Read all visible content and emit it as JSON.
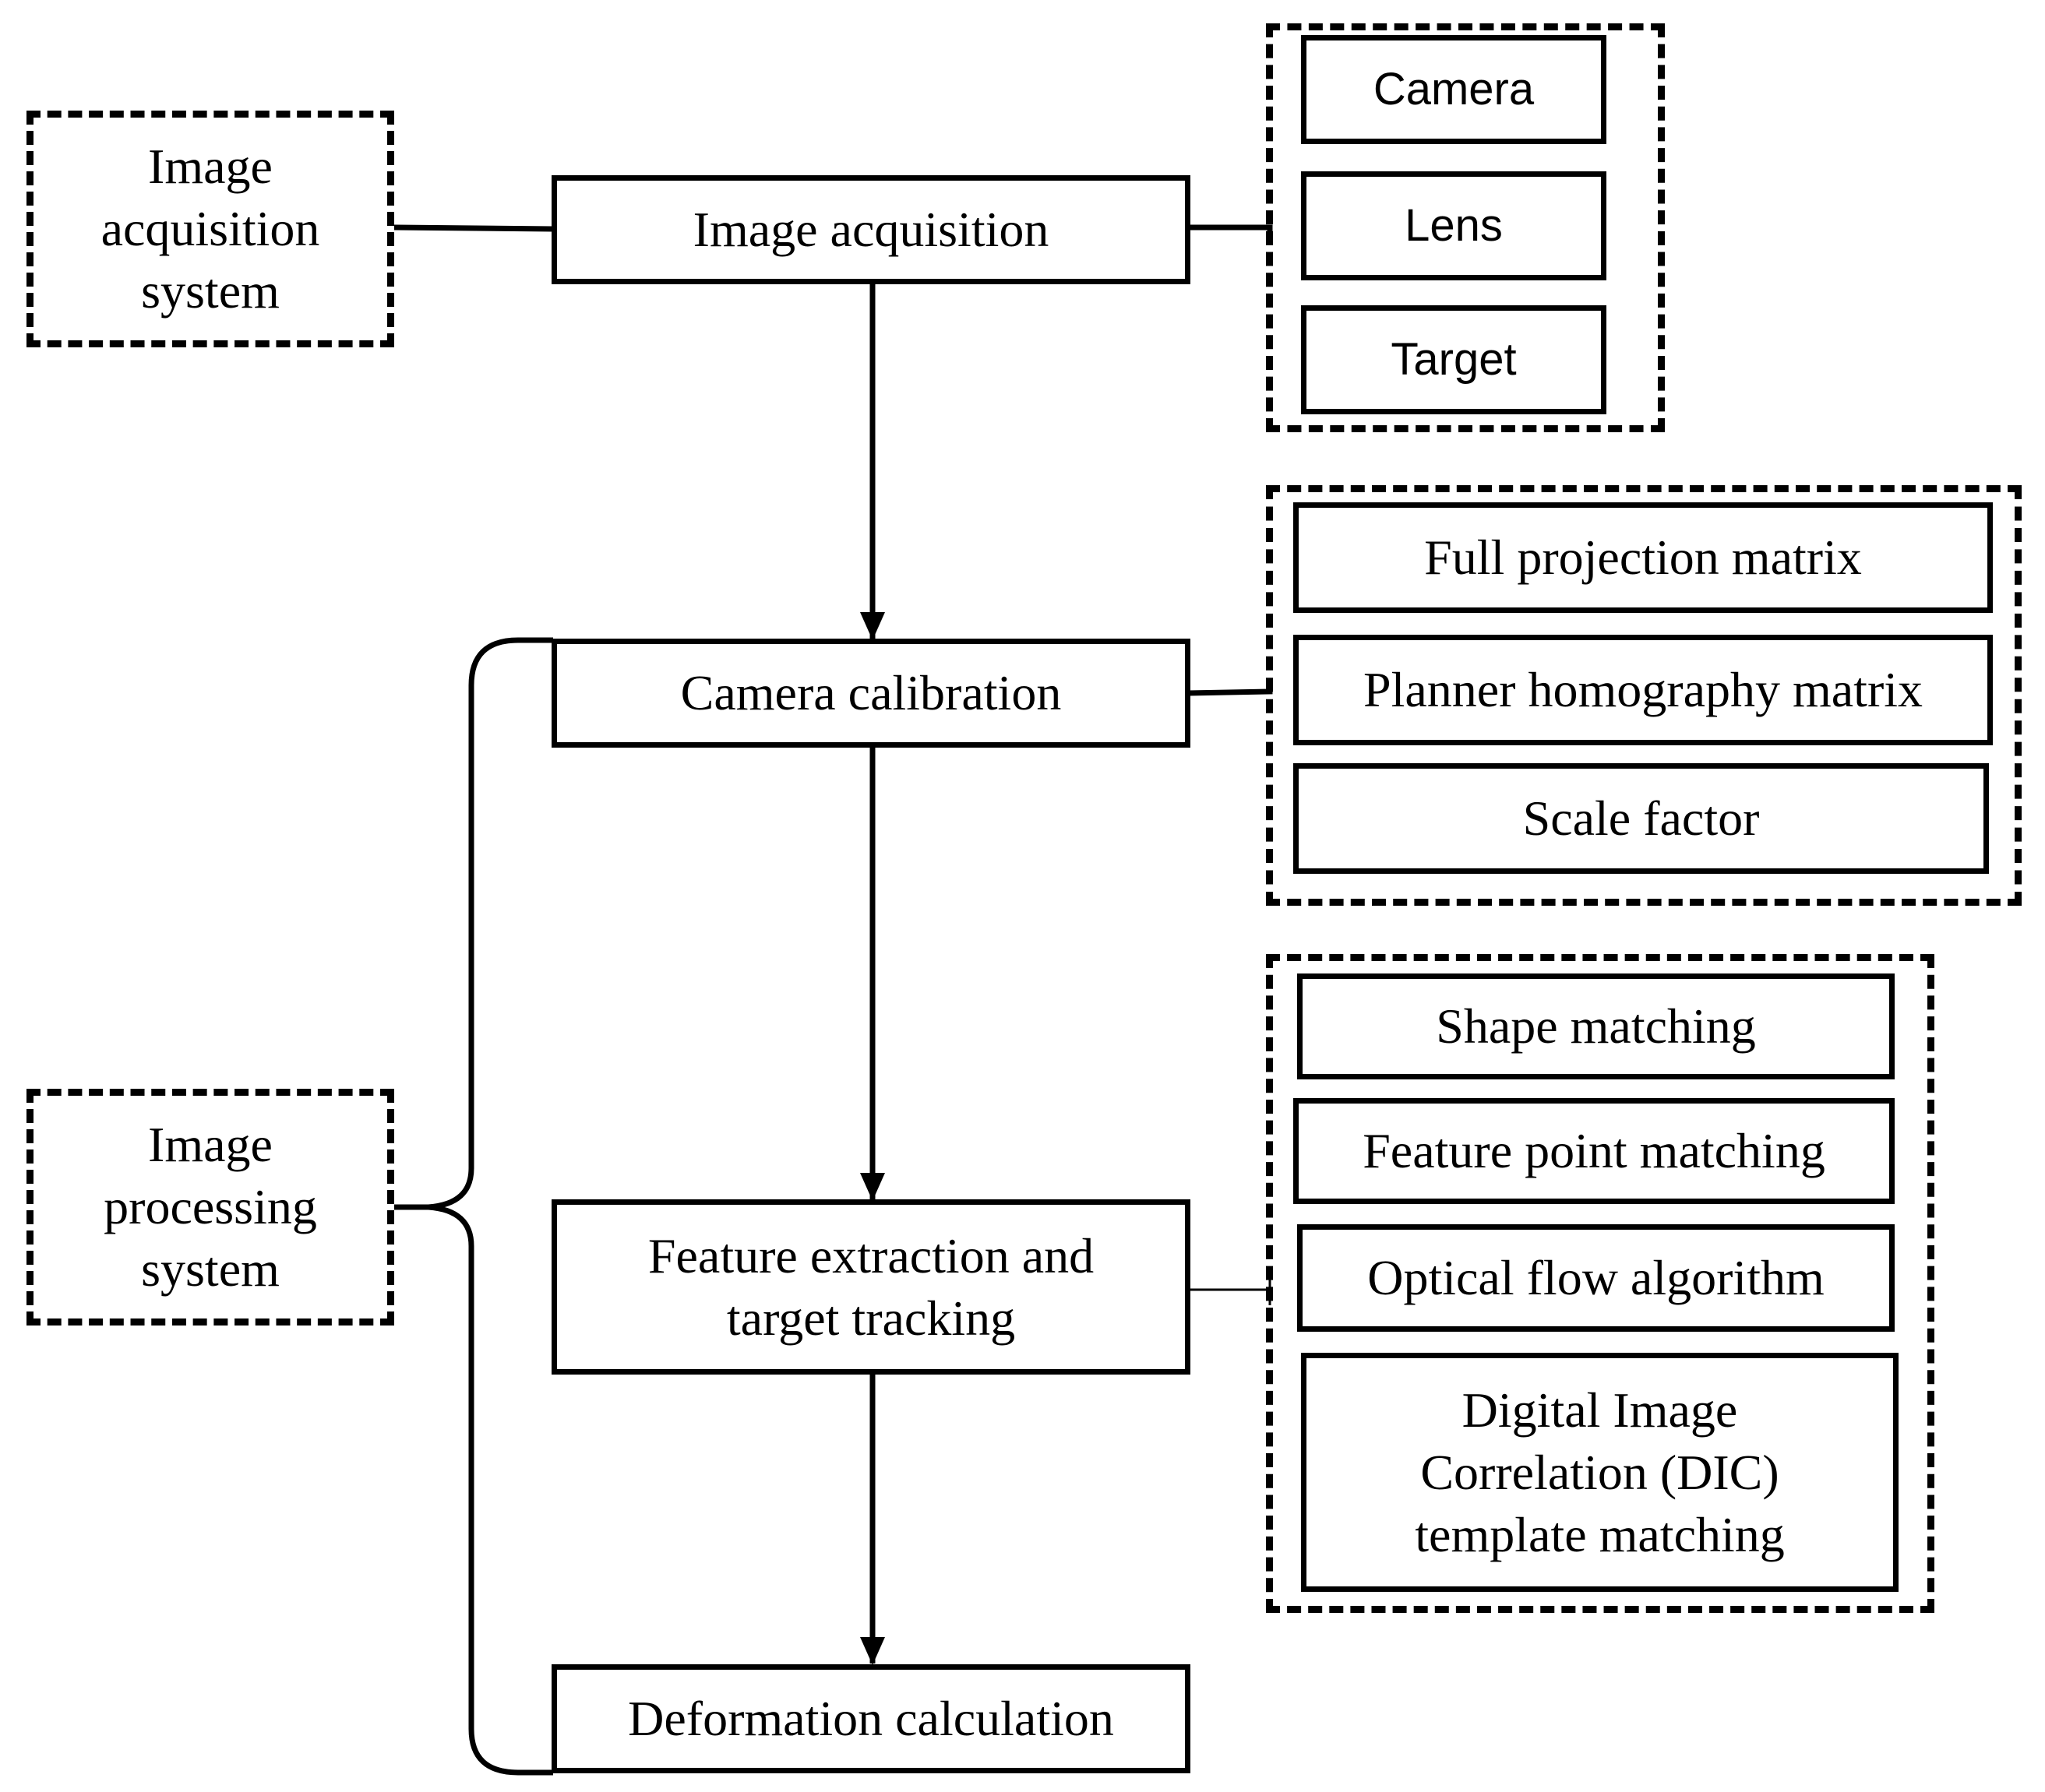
{
  "groups": {
    "acquisition_system": {
      "label": "Image\nacquisition\nsystem"
    },
    "processing_system": {
      "label": "Image\nprocessing\nsystem"
    }
  },
  "steps": {
    "image_acquisition": "Image acquisition",
    "camera_calibration": "Camera calibration",
    "feature_extraction": "Feature extraction and\ntarget tracking",
    "deformation_calculation": "Deformation calculation"
  },
  "hardware": [
    "Camera",
    "Lens",
    "Target"
  ],
  "calibration_methods": [
    "Full projection matrix",
    "Planner homography matrix",
    "Scale factor"
  ],
  "tracking_methods": [
    "Shape matching",
    "Feature point matching",
    "Optical flow algorithm",
    "Digital Image\nCorrelation (DIC)\ntemplate matching"
  ]
}
